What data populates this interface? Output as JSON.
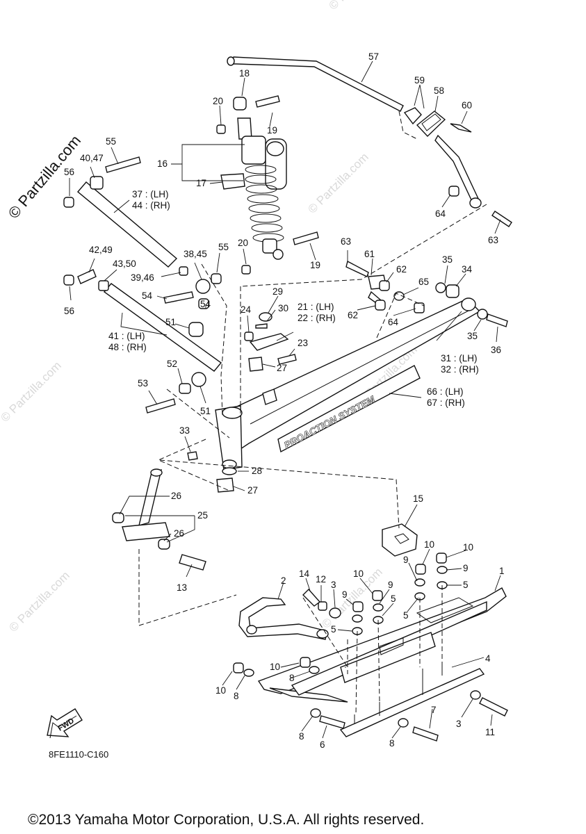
{
  "watermark": {
    "main": "© Partzilla.com",
    "faint": "© Partzilla.com"
  },
  "diagram_code": "8FE1110-C160",
  "copyright": "©2013 Yamaha Motor Corporation, U.S.A. All rights reserved.",
  "fwd_label": "FWD",
  "decal_text": "PROACTION SYSTEM",
  "icons": {
    "fwd": "fwd-arrow-icon"
  },
  "callouts": [
    {
      "id": "57",
      "text": "57"
    },
    {
      "id": "18",
      "text": "18"
    },
    {
      "id": "20a",
      "text": "20"
    },
    {
      "id": "19a",
      "text": "19"
    },
    {
      "id": "59",
      "text": "59"
    },
    {
      "id": "58",
      "text": "58"
    },
    {
      "id": "60",
      "text": "60"
    },
    {
      "id": "16",
      "text": "16"
    },
    {
      "id": "17",
      "text": "17"
    },
    {
      "id": "55a",
      "text": "55"
    },
    {
      "id": "40_47",
      "text": "40,47"
    },
    {
      "id": "56a",
      "text": "56"
    },
    {
      "id": "37_44a",
      "text": "37 : (LH)"
    },
    {
      "id": "37_44b",
      "text": "44 : (RH)"
    },
    {
      "id": "64a",
      "text": "64"
    },
    {
      "id": "63a",
      "text": "63"
    },
    {
      "id": "63b",
      "text": "63"
    },
    {
      "id": "20b",
      "text": "20"
    },
    {
      "id": "19b",
      "text": "19"
    },
    {
      "id": "42_49",
      "text": "42,49"
    },
    {
      "id": "43_50",
      "text": "43,50"
    },
    {
      "id": "38_45",
      "text": "38,45"
    },
    {
      "id": "55b",
      "text": "55"
    },
    {
      "id": "39_46",
      "text": "39,46"
    },
    {
      "id": "56b",
      "text": "56"
    },
    {
      "id": "54a",
      "text": "54"
    },
    {
      "id": "54b",
      "text": "54"
    },
    {
      "id": "61",
      "text": "61"
    },
    {
      "id": "62a",
      "text": "62"
    },
    {
      "id": "62b",
      "text": "62"
    },
    {
      "id": "65",
      "text": "65"
    },
    {
      "id": "64b",
      "text": "64"
    },
    {
      "id": "35a",
      "text": "35"
    },
    {
      "id": "34",
      "text": "34"
    },
    {
      "id": "35b",
      "text": "35"
    },
    {
      "id": "36",
      "text": "36"
    },
    {
      "id": "29",
      "text": "29"
    },
    {
      "id": "30",
      "text": "30"
    },
    {
      "id": "24",
      "text": "24"
    },
    {
      "id": "21_22a",
      "text": "21 : (LH)"
    },
    {
      "id": "21_22b",
      "text": "22 : (RH)"
    },
    {
      "id": "23",
      "text": "23"
    },
    {
      "id": "41_48a",
      "text": "41 : (LH)"
    },
    {
      "id": "41_48b",
      "text": "48 : (RH)"
    },
    {
      "id": "51a",
      "text": "51"
    },
    {
      "id": "27a",
      "text": "27"
    },
    {
      "id": "31_32a",
      "text": "31 : (LH)"
    },
    {
      "id": "31_32b",
      "text": "32 : (RH)"
    },
    {
      "id": "52",
      "text": "52"
    },
    {
      "id": "53",
      "text": "53"
    },
    {
      "id": "51b",
      "text": "51"
    },
    {
      "id": "66_67a",
      "text": "66 : (LH)"
    },
    {
      "id": "66_67b",
      "text": "67 : (RH)"
    },
    {
      "id": "33",
      "text": "33"
    },
    {
      "id": "28",
      "text": "28"
    },
    {
      "id": "27b",
      "text": "27"
    },
    {
      "id": "26a",
      "text": "26"
    },
    {
      "id": "25",
      "text": "25"
    },
    {
      "id": "26b",
      "text": "26"
    },
    {
      "id": "13",
      "text": "13"
    },
    {
      "id": "15",
      "text": "15"
    },
    {
      "id": "10a",
      "text": "10"
    },
    {
      "id": "10b",
      "text": "10"
    },
    {
      "id": "9a",
      "text": "9"
    },
    {
      "id": "9b",
      "text": "9"
    },
    {
      "id": "5a",
      "text": "5"
    },
    {
      "id": "1",
      "text": "1"
    },
    {
      "id": "14",
      "text": "14"
    },
    {
      "id": "12",
      "text": "12"
    },
    {
      "id": "3a",
      "text": "3"
    },
    {
      "id": "10c",
      "text": "10"
    },
    {
      "id": "9c",
      "text": "9"
    },
    {
      "id": "9d",
      "text": "9"
    },
    {
      "id": "5b",
      "text": "5"
    },
    {
      "id": "2",
      "text": "2"
    },
    {
      "id": "5c",
      "text": "5"
    },
    {
      "id": "5d",
      "text": "5"
    },
    {
      "id": "4",
      "text": "4"
    },
    {
      "id": "10d",
      "text": "10"
    },
    {
      "id": "8a",
      "text": "8"
    },
    {
      "id": "10e",
      "text": "10"
    },
    {
      "id": "8b",
      "text": "8"
    },
    {
      "id": "7",
      "text": "7"
    },
    {
      "id": "3b",
      "text": "3"
    },
    {
      "id": "11",
      "text": "11"
    },
    {
      "id": "8c",
      "text": "8"
    },
    {
      "id": "6",
      "text": "6"
    },
    {
      "id": "8d",
      "text": "8"
    }
  ]
}
